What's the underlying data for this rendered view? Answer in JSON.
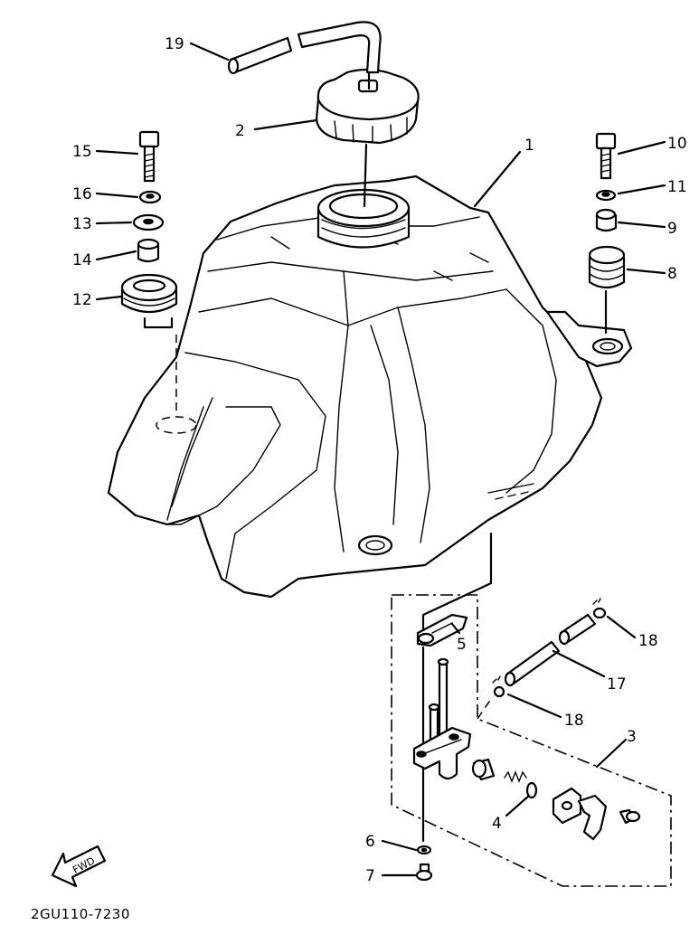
{
  "callouts": {
    "c1": "1",
    "c2": "2",
    "c3": "3",
    "c4": "4",
    "c5": "5",
    "c6": "6",
    "c7": "7",
    "c8": "8",
    "c9": "9",
    "c10": "10",
    "c11": "11",
    "c12": "12",
    "c13": "13",
    "c14": "14",
    "c15": "15",
    "c16": "16",
    "c17": "17",
    "c18a": "18",
    "c18b": "18",
    "c19": "19"
  },
  "fwd_label": "FWD",
  "drawing_code": "2GU110-7230",
  "colors": {
    "line": "#000000",
    "background": "#ffffff"
  }
}
